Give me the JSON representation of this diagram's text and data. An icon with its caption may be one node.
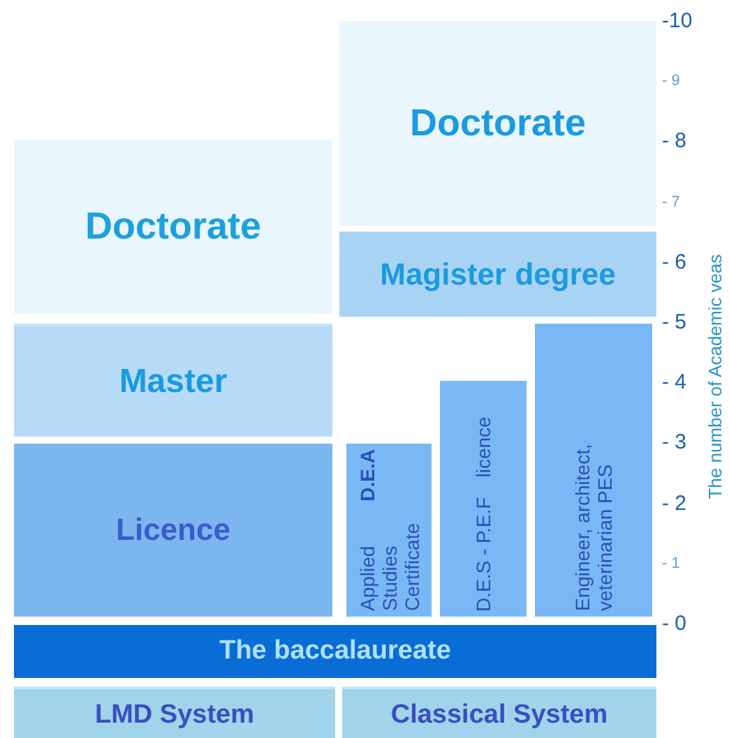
{
  "diagram": {
    "nodes": [
      {
        "text": [
          "Doctorate"
        ]
      },
      {
        "text": [
          "Doctorate"
        ]
      },
      {
        "text": [
          "Magister degree"
        ]
      },
      {
        "text": [
          "Master"
        ]
      },
      {
        "text": [
          "Licence"
        ]
      },
      {
        "text": [
          "Applied Studies Certificate",
          "D.E.A"
        ]
      },
      {
        "text": [
          "D.E.S - P.E.F",
          "licence"
        ]
      },
      {
        "text": [
          "Engineer, architect, veterinarian PES"
        ]
      },
      {
        "text": [
          "The baccalaureate"
        ]
      },
      {
        "text": [
          "LMD System"
        ]
      },
      {
        "text": [
          "Classical System"
        ]
      }
    ],
    "labels": [
      "-10",
      "- 9",
      "- 8",
      "- 7",
      "- 6",
      "- 5",
      "- 4",
      "- 3",
      "- 2",
      "- 1",
      "- 0",
      "The number of Academic veas"
    ]
  }
}
